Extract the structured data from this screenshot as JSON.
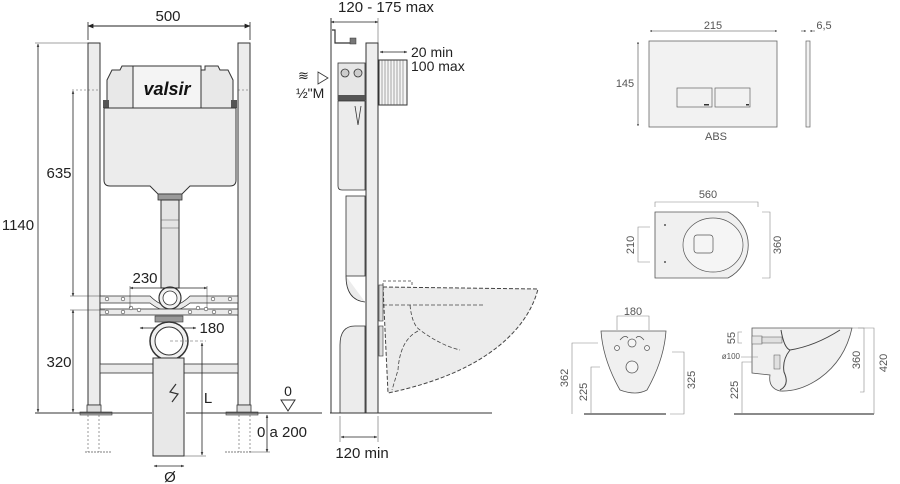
{
  "front_view": {
    "brand": "valsir",
    "width_label": "500",
    "total_height_label": "1140",
    "cistern_height_label": "635",
    "drain_height_label": "320",
    "inlet_spacing_label": "230",
    "bolt_spacing_label": "180",
    "length_label": "L",
    "floor_level_label": "0",
    "adjust_range_label": "0 a 200",
    "diameter_label": "Ø"
  },
  "side_view": {
    "depth_label": "120 - 175 max",
    "pipe_projection_min": "20 min",
    "pipe_projection_max": "100 max",
    "water_inlet_label": "½\"M",
    "min_depth_label": "120 min"
  },
  "flush_plate": {
    "width_label": "215",
    "height_label": "145",
    "thickness_label": "6,5",
    "material_label": "ABS"
  },
  "toilet_top_view": {
    "length_label": "560",
    "width_label": "360",
    "bolt_spacing_label": "210"
  },
  "toilet_rear_view": {
    "bolt_spacing_label": "180",
    "total_height_label": "362",
    "drain_height_label": "225",
    "rim_height_label": "325"
  },
  "toilet_side_view": {
    "inlet_offset_label": "55",
    "drain_diameter_label": "ø100",
    "drain_height_label": "225",
    "bowl_height_label": "360",
    "total_height_label": "420"
  }
}
